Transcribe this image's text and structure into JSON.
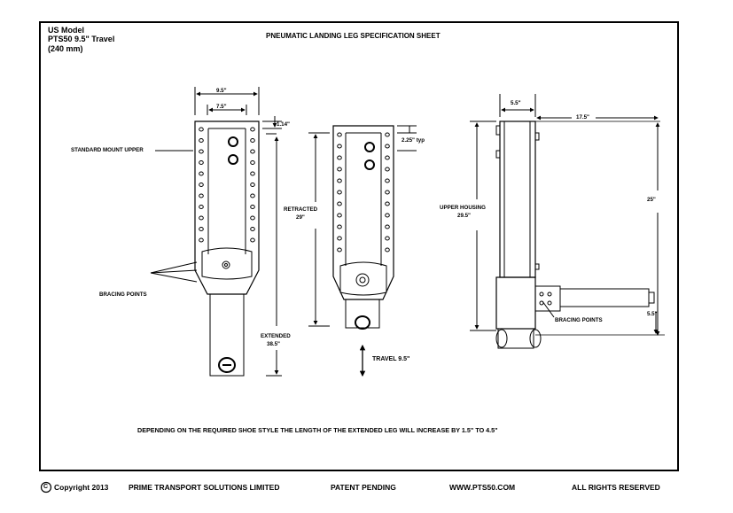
{
  "header": {
    "model_line1": "US Model",
    "model_line2": "PTS50 9.5\" Travel",
    "model_line3": "(240 mm)",
    "title": "PNEUMATIC LANDING LEG SPECIFICATION SHEET"
  },
  "view1": {
    "dim_outer": "9.5\"",
    "dim_inner": "7.5\"",
    "dim_top": "1.14\"",
    "label_mount": "STANDARD MOUNT UPPER",
    "label_bracing": "BRACING POINTS",
    "label_extended_1": "EXTENDED",
    "label_extended_2": "38.5\""
  },
  "view2": {
    "dim_hole": "2.25\" typ",
    "label_retracted_1": "RETRACTED",
    "label_retracted_2": "29\"",
    "label_travel": "TRAVEL 9.5\""
  },
  "view3": {
    "dim_width": "5.5\"",
    "dim_depth": "17.5\"",
    "dim_height": "25\"",
    "label_housing_1": "UPPER HOUSING",
    "label_housing_2": "29.5\"",
    "label_bracing": "BRACING POINTS",
    "dim_shoe": "5.5\""
  },
  "note": "DEPENDING ON THE REQUIRED SHOE STYLE THE LENGTH OF THE EXTENDED LEG WILL INCREASE BY 1.5\" TO 4.5\"",
  "footer": {
    "copyright_symbol": "C",
    "copyright": "Copyright  2013",
    "company": "PRIME TRANSPORT SOLUTIONS LIMITED",
    "patent": "PATENT PENDING",
    "website": "WWW.PTS50.COM",
    "rights": "ALL RIGHTS RESERVED"
  }
}
